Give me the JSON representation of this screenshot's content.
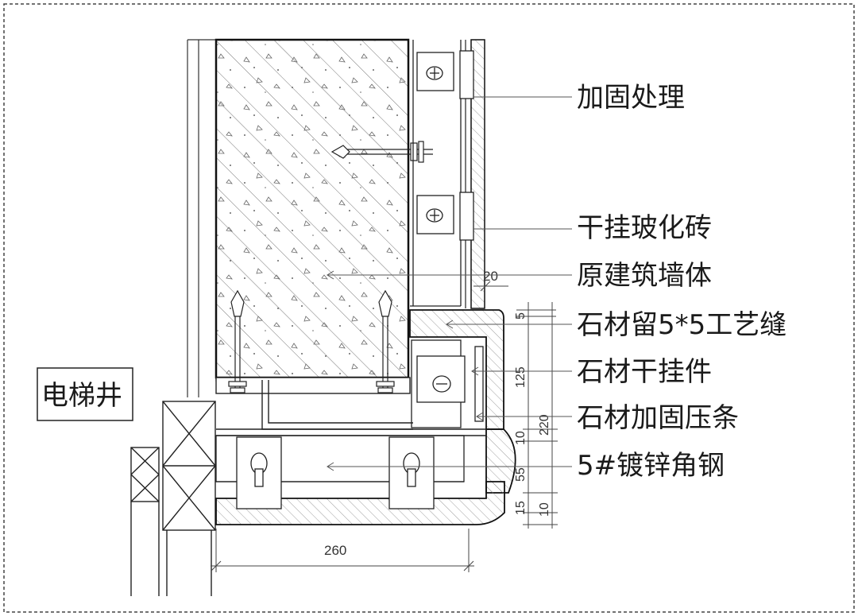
{
  "drawing": {
    "side_label": "电梯井",
    "callouts": [
      "加固处理",
      "干挂玻化砖",
      "原建筑墙体",
      "石材留5*5工艺缝",
      "石材干挂件",
      "石材加固压条",
      "5#镀锌角钢"
    ],
    "dimensions": {
      "width_bottom": "260",
      "tile_offset": "20",
      "seam_top": "5",
      "height_125": "125",
      "height_220": "220",
      "gap_10": "10",
      "gap_55": "55",
      "gap_15": "15",
      "gap_10b": "10"
    },
    "colors": {
      "line": "#1a1a1a",
      "leader": "#555555",
      "hatch": "#666666",
      "border": "#444444"
    }
  }
}
